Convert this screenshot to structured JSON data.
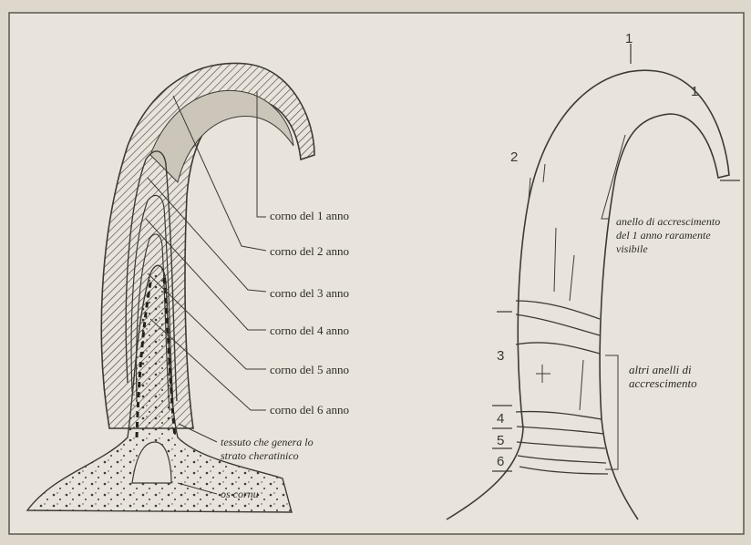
{
  "left_diagram": {
    "labels": [
      "corno del 1 anno",
      "corno del 2 anno",
      "corno del 3 anno",
      "corno del 4 anno",
      "corno del 5 anno",
      "corno del 6 anno"
    ],
    "tissue_label": "tessuto che genera lo\nstrato cheratinico",
    "bone_label": "os cornu"
  },
  "right_diagram": {
    "segment_numbers": [
      "1",
      "1",
      "2",
      "3",
      "4",
      "5",
      "6"
    ],
    "first_ring_label": "anello di accrescimento\ndel 1 anno raramente\nvisibile",
    "other_rings_label": "altri anelli di\naccrescimento"
  }
}
